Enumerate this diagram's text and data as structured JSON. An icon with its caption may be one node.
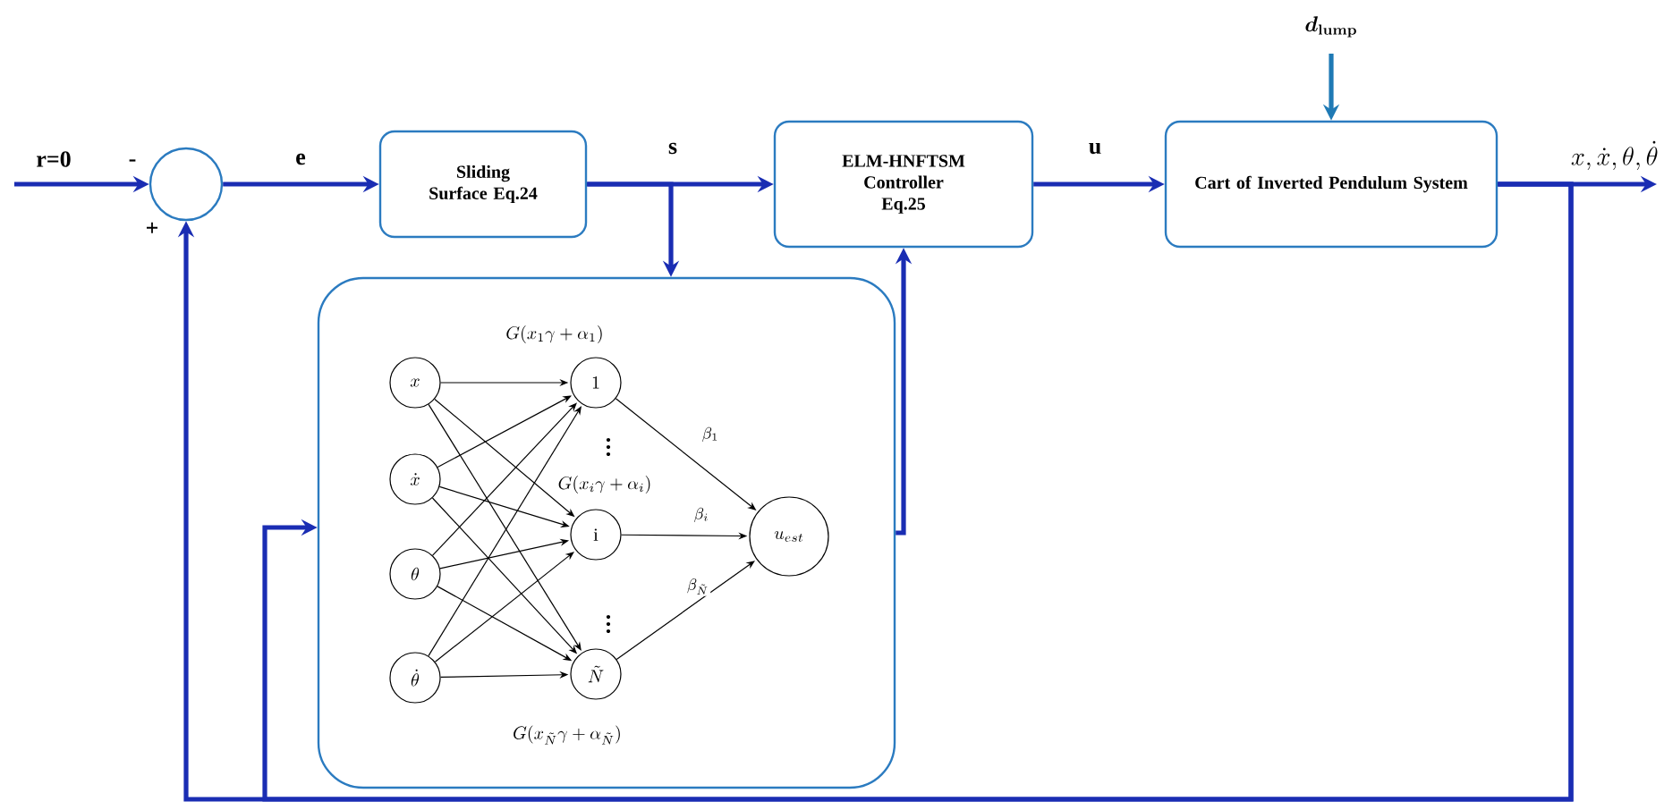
{
  "diagram": {
    "nodes": [
      {
        "text": [],
        "shape": "circle"
      },
      {
        "text": [
          "Sliding Surface Eq.24"
        ]
      },
      {
        "text": [
          "ELM-HNFTSM Controller Eq.25"
        ]
      },
      {
        "text": [
          "Cart of Inverted Pendulum System"
        ]
      },
      {
        "text": [],
        "shape": "box"
      },
      {
        "text": [
          "x"
        ],
        "in": 4
      },
      {
        "text": [
          "\\dot{x}"
        ],
        "in": 4
      },
      {
        "text": [
          "\\theta"
        ],
        "in": 4
      },
      {
        "text": [
          "\\dot{\\theta}"
        ],
        "in": 4
      },
      {
        "text": [
          "1"
        ],
        "in": 4,
        "beside": [
          "G(x_1\\gamma+\\alpha_1)"
        ]
      },
      {
        "text": [
          "\\mathrm{i}"
        ],
        "in": 4,
        "beside": [
          "G(x_i\\gamma+\\alpha_i)"
        ]
      },
      {
        "text": [
          "\\tilde{N}"
        ],
        "in": 4,
        "beside": [
          "G(x_{\\tilde{N}}\\gamma+\\alpha_{\\tilde{N}})"
        ]
      },
      {
        "text": [
          "u_{est}"
        ],
        "in": 4
      }
    ],
    "edges": [
      {
        "from": null,
        "to": 0,
        "arrow": "to",
        "label": "r=0",
        "style": "thick",
        "color": "#1a2db3"
      },
      {
        "from": 0,
        "to": 1,
        "arrow": "to",
        "label": "e",
        "style": "thick",
        "color": "#1a2db3"
      },
      {
        "from": 1,
        "to": 2,
        "arrow": "to",
        "label": "s",
        "style": "thick",
        "color": "#1a2db3"
      },
      {
        "from": 1,
        "to": 4,
        "arrow": "to",
        "style": "thick",
        "color": "#1a2db3"
      },
      {
        "from": 4,
        "to": 2,
        "arrow": "to",
        "style": "thick",
        "color": "#1a2db3"
      },
      {
        "from": 2,
        "to": 3,
        "arrow": "to",
        "label": "u",
        "style": "thick",
        "color": "#1a2db3"
      },
      {
        "from": null,
        "to": 3,
        "arrow": "to",
        "label": "\\boldsymbol{d}_{\\mathbf{lump}}",
        "style": "thick",
        "color": "#1f7ab5"
      },
      {
        "from": 3,
        "to": null,
        "arrow": "to",
        "label": "x, \\dot{x}, \\theta, \\dot{\\theta}",
        "style": "thick",
        "color": "#1a2db3"
      },
      {
        "from": 3,
        "to": 0,
        "arrow": "to",
        "style": "thick",
        "color": "#1a2db3"
      },
      {
        "from": 3,
        "to": 4,
        "arrow": "to",
        "style": "thick",
        "color": "#1a2db3"
      },
      {
        "from": 5,
        "to": 9,
        "arrow": "to"
      },
      {
        "from": 5,
        "to": 10,
        "arrow": "to"
      },
      {
        "from": 5,
        "to": 11,
        "arrow": "to"
      },
      {
        "from": 6,
        "to": 9,
        "arrow": "to"
      },
      {
        "from": 6,
        "to": 10,
        "arrow": "to"
      },
      {
        "from": 6,
        "to": 11,
        "arrow": "to"
      },
      {
        "from": 7,
        "to": 9,
        "arrow": "to"
      },
      {
        "from": 7,
        "to": 10,
        "arrow": "to"
      },
      {
        "from": 7,
        "to": 11,
        "arrow": "to"
      },
      {
        "from": 8,
        "to": 9,
        "arrow": "to"
      },
      {
        "from": 8,
        "to": 10,
        "arrow": "to"
      },
      {
        "from": 8,
        "to": 11,
        "arrow": "to"
      },
      {
        "from": 9,
        "to": 12,
        "arrow": "to",
        "label": "\\beta_1"
      },
      {
        "from": 10,
        "to": 12,
        "arrow": "to",
        "label": "\\beta_i"
      },
      {
        "from": 11,
        "to": 12,
        "arrow": "to",
        "label": "\\beta_{\\tilde{N}}"
      }
    ],
    "labels": [
      "-",
      "+",
      "\\vdots",
      "\\vdots"
    ]
  }
}
